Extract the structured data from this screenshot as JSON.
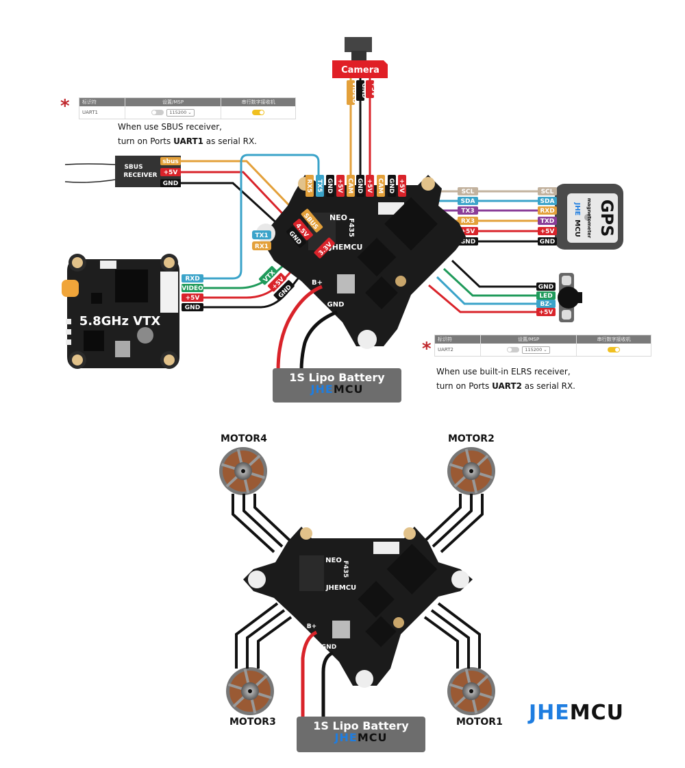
{
  "config_tables": {
    "top": {
      "headers": [
        "标识符",
        "设置/MSP",
        "串行数字接收机"
      ],
      "port": "UART1",
      "msp_toggle": "off",
      "baud": "115200",
      "serial_rx_toggle": "on",
      "note_line1": "When use SBUS receiver,",
      "note_line2_pre": "turn on Ports ",
      "note_line2_bold": "UART1",
      "note_line2_post": " as serial RX."
    },
    "bottom": {
      "headers": [
        "标识符",
        "设置/MSP",
        "串行数字接收机"
      ],
      "port": "UART2",
      "msp_toggle": "off",
      "baud": "115200",
      "serial_rx_toggle": "on",
      "note_line1": "When use built-in ELRS receiver,",
      "note_line2_pre": "turn on Ports ",
      "note_line2_bold": "UART2",
      "note_line2_post": " as serial RX."
    },
    "star": "*"
  },
  "camera": {
    "title": "Camera",
    "pins": [
      "VIDEO",
      "GND",
      "+5V"
    ]
  },
  "sbus_receiver": {
    "title_line1": "SBUS",
    "title_line2": "RECEIVER",
    "pins": [
      "sbus",
      "+5V",
      "GND"
    ]
  },
  "vtx": {
    "title": "5.8GHz VTX",
    "pins": [
      "RXD",
      "VIDEO",
      "+5V",
      "GND"
    ]
  },
  "fc_top_pins": [
    "RX5",
    "TX5",
    "GND",
    "+5V",
    "CAM",
    "GND",
    "+5V",
    "CAM",
    "GND",
    "+5V"
  ],
  "fc_left_pins": [
    "SBUS",
    "4.5V",
    "GND",
    "TX1",
    "RX1",
    "3.3V",
    "VTX",
    "+5V",
    "GND"
  ],
  "fc_board": {
    "name_line1": "NEO",
    "name_line2": "F435",
    "brand": "JHEMCU",
    "battery_pos": "B+",
    "battery_neg": "GND"
  },
  "gps": {
    "title": "GPS",
    "subtitle": "magnetometer",
    "brand_blue": "JHE",
    "brand_black": "MCU",
    "fc_pins": [
      "SCL",
      "SDA",
      "TX3",
      "RX3",
      "+5V",
      "GND"
    ],
    "gps_pins": [
      "SCL",
      "SDA",
      "RXD",
      "TXD",
      "+5V",
      "GND"
    ]
  },
  "buzzer": {
    "fc_pins": [
      "GND",
      "LED",
      "BZ-",
      "+5V"
    ],
    "pins": [
      "GND",
      "LED",
      "BZ-",
      "+5V"
    ]
  },
  "battery_top": {
    "title": "1S Lipo Battery",
    "logo_blue": "JHE",
    "logo_black": "MCU"
  },
  "battery_bottom": {
    "title": "1S Lipo Battery",
    "logo_blue": "JHE",
    "logo_black": "MCU"
  },
  "motors": {
    "m4": "MOTOR4",
    "m2": "MOTOR2",
    "m3": "MOTOR3",
    "m1": "MOTOR1"
  },
  "brand_logo": {
    "blue": "JHE",
    "black": "MCU"
  },
  "colors": {
    "red": "#d9232a",
    "black": "#111111",
    "orange": "#e3a03a",
    "blue": "#3aa3c9",
    "green": "#1f9a5a",
    "purple": "#8a3d98",
    "beige": "#c2b29e",
    "board": "#1b1b1b",
    "brand_blue": "#1e7de0"
  }
}
